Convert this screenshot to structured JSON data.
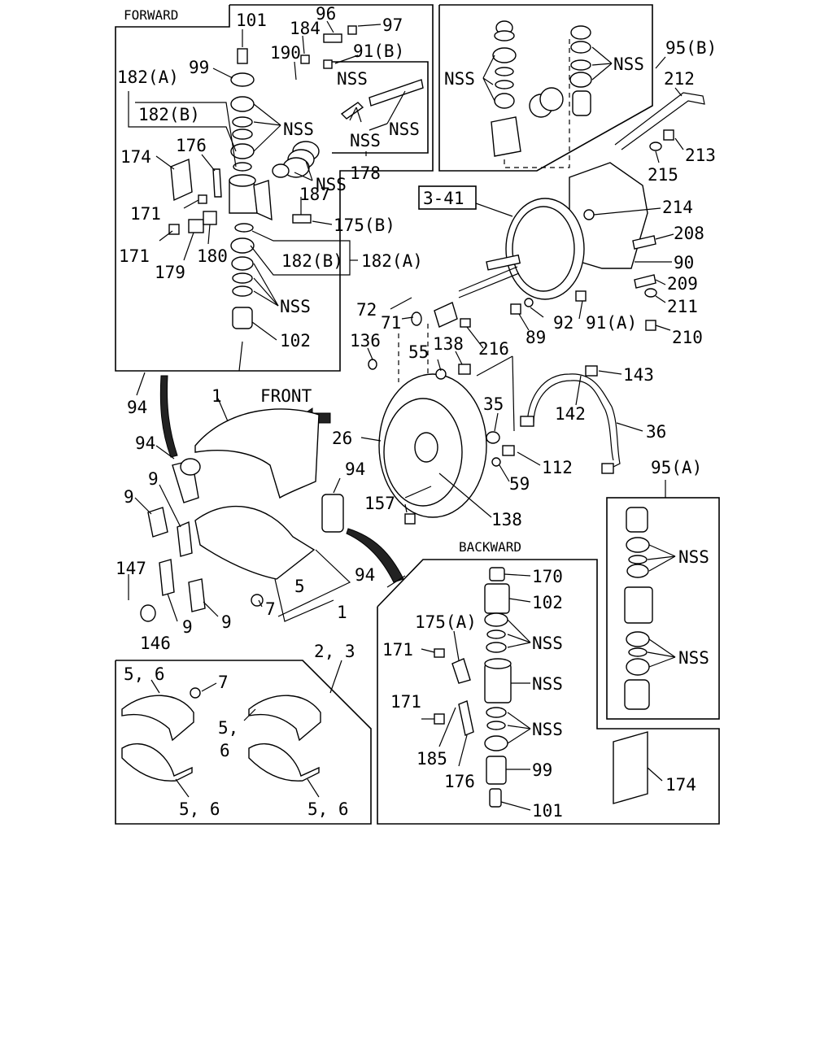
{
  "headers": {
    "forward": "FORWARD",
    "backward": "BACKWARD",
    "front": "FRONT"
  },
  "ref": "3-41",
  "labels": {
    "l101a": "101",
    "l184": "184",
    "l96": "96",
    "l97": "97",
    "l190": "190",
    "l91b": "91(B)",
    "l99a": "99",
    "l182a_top": "182(A)",
    "l182b_top": "182(B)",
    "nss_a1": "NSS",
    "nss_a2": "NSS",
    "nss_a3": "NSS",
    "nss_a4": "NSS",
    "l174a": "174",
    "l176a": "176",
    "l178": "178",
    "l187": "187",
    "l171a": "171",
    "l171b": "171",
    "l179": "179",
    "l180": "180",
    "l175b": "175(B)",
    "l182b_mid": "182(B)",
    "l182a_mid": "182(A)",
    "nss_a5": "NSS",
    "l102a": "102",
    "nss_b1": "NSS",
    "nss_b2": "NSS",
    "l95b": "95(B)",
    "l212": "212",
    "l213": "213",
    "l215": "215",
    "l214": "214",
    "l208": "208",
    "l90": "90",
    "l209": "209",
    "l211": "211",
    "l210": "210",
    "l72": "72",
    "l71": "71",
    "l89": "89",
    "l92": "92",
    "l91a": "91(A)",
    "l136": "136",
    "l138a": "138",
    "l216": "216",
    "l55": "55",
    "l143": "143",
    "l142": "142",
    "l36": "36",
    "l35": "35",
    "l26": "26",
    "l112": "112",
    "l59": "59",
    "l157": "157",
    "l138b": "138",
    "l95a": "95(A)",
    "nss_c1": "NSS",
    "nss_c2": "NSS",
    "l94a": "94",
    "l94b": "94",
    "l94c": "94",
    "l94d": "94",
    "l1a": "1",
    "l1b": "1",
    "l9a": "9",
    "l9b": "9",
    "l9c": "9",
    "l9d": "9",
    "l147": "147",
    "l146": "146",
    "l5": "5",
    "l7a": "7",
    "l23": "2, 3",
    "l56a": "5, 6",
    "l7b": "7",
    "l5b": "5,",
    "l6b": "6",
    "l56c": "5, 6",
    "l56d": "5, 6",
    "l170": "170",
    "l102b": "102",
    "l175a": "175(A)",
    "nss_d1": "NSS",
    "l171c": "171",
    "nss_d2": "NSS",
    "l171d": "171",
    "nss_d3": "NSS",
    "l185": "185",
    "l176b": "176",
    "l99b": "99",
    "l101b": "101",
    "l174b": "174"
  },
  "icons": [
    "forward-arrow-icon",
    "curved-arrow-icon"
  ]
}
